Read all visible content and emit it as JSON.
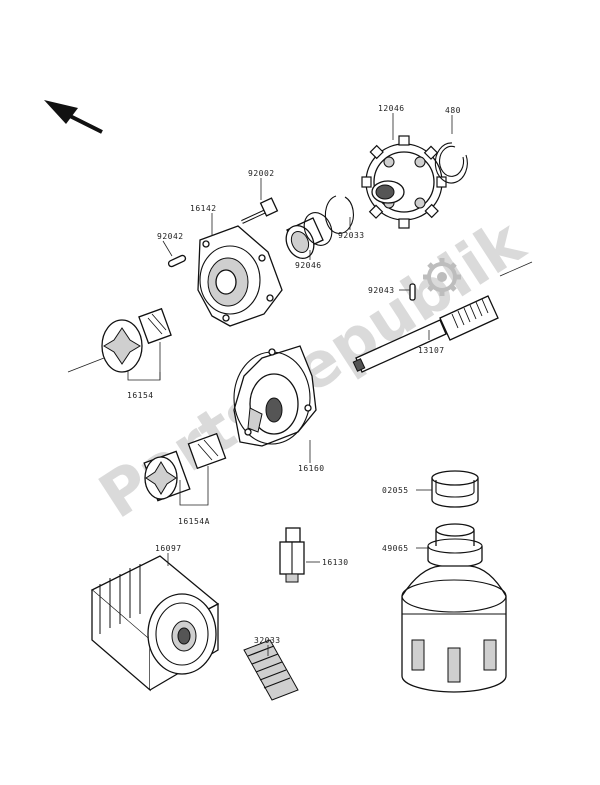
{
  "watermark": "PartsRepublik",
  "parts": [
    {
      "id": "p12046",
      "number": "12046"
    },
    {
      "id": "p480",
      "number": "480"
    },
    {
      "id": "p92002",
      "number": "92002"
    },
    {
      "id": "p16142",
      "number": "16142"
    },
    {
      "id": "p92042",
      "number": "92042"
    },
    {
      "id": "p92033",
      "number": "92033"
    },
    {
      "id": "p92046",
      "number": "92046"
    },
    {
      "id": "p92043",
      "number": "92043"
    },
    {
      "id": "p13107",
      "number": "13107"
    },
    {
      "id": "p16154a",
      "number": "16154"
    },
    {
      "id": "p16160",
      "number": "16160"
    },
    {
      "id": "p16154b",
      "number": "16154A"
    },
    {
      "id": "p02055",
      "number": "02055"
    },
    {
      "id": "p49065",
      "number": "49065"
    },
    {
      "id": "p16097",
      "number": "16097"
    },
    {
      "id": "p16130",
      "number": "16130"
    },
    {
      "id": "p32033",
      "number": "32033"
    }
  ]
}
